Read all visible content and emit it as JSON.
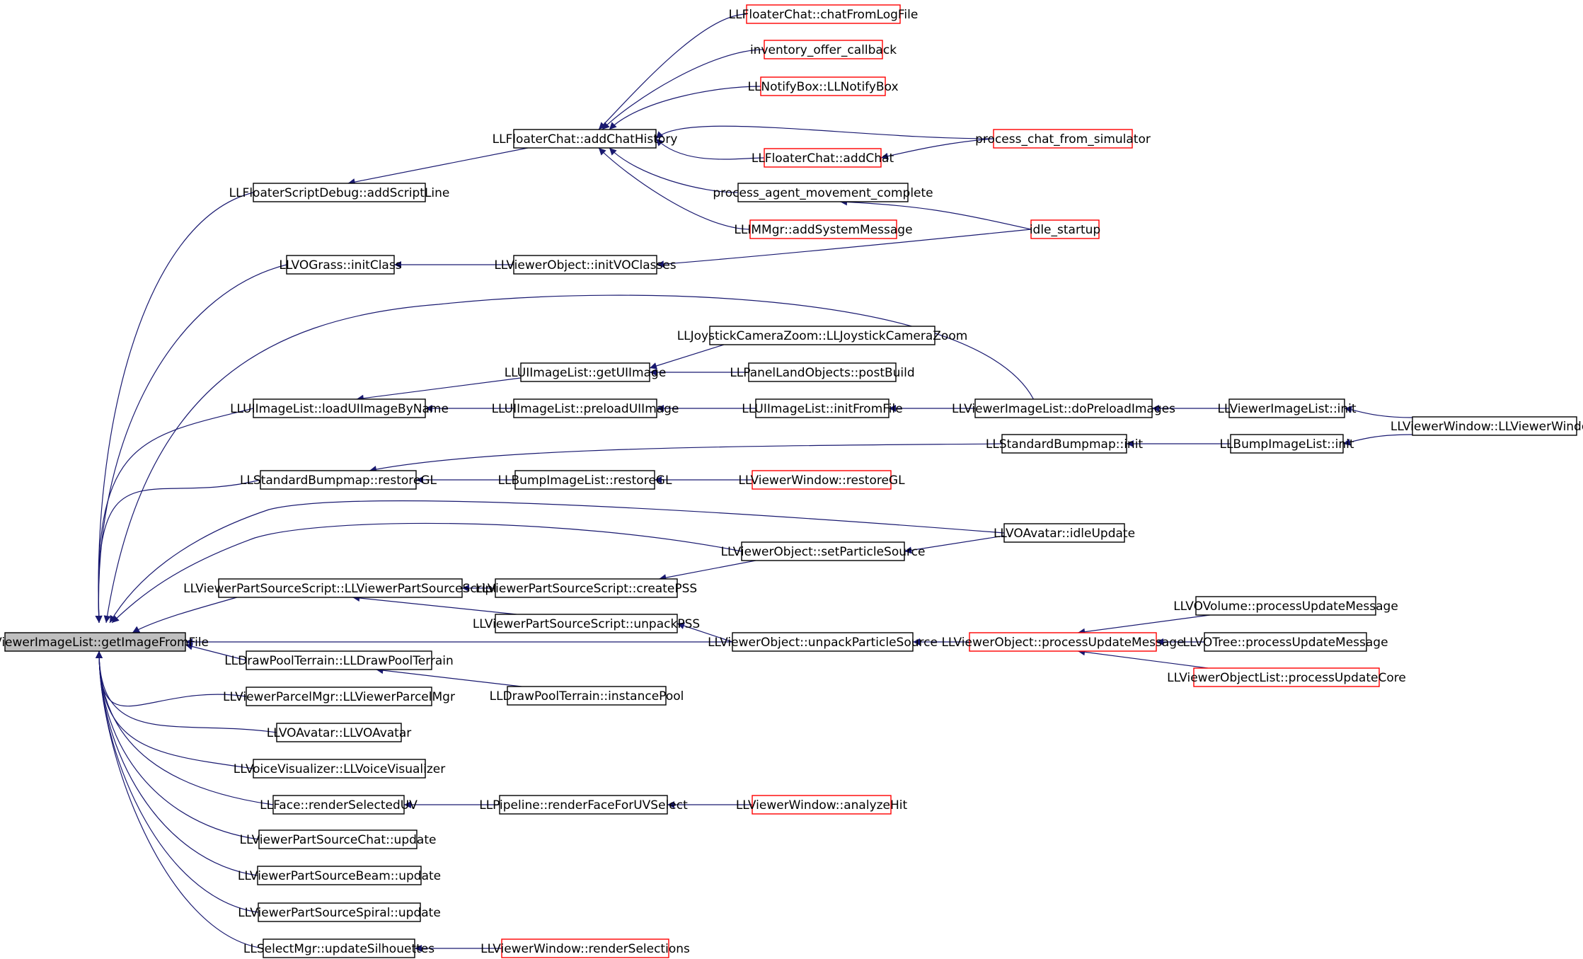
{
  "colors": {
    "edge": "#191970",
    "border": "#000000",
    "border_truncated": "#ff0000",
    "focus_fill": "#bfbfbf",
    "fill": "#ffffff"
  },
  "nodes": {
    "n0": {
      "label": "LLViewerImageList::getImageFromFile",
      "style": "focus"
    },
    "n1": {
      "label": "LLFloaterScriptDebug::addScriptLine",
      "style": "normal"
    },
    "n2": {
      "label": "LLFloaterChat::addChatHistory",
      "style": "normal"
    },
    "n3": {
      "label": "LLFloaterChat::chatFromLogFile",
      "style": "truncated"
    },
    "n4": {
      "label": "inventory_offer_callback",
      "style": "truncated"
    },
    "n5": {
      "label": "LLNotifyBox::LLNotifyBox",
      "style": "truncated"
    },
    "n6": {
      "label": "process_chat_from_simulator",
      "style": "truncated"
    },
    "n7": {
      "label": "LLFloaterChat::addChat",
      "style": "truncated"
    },
    "n8": {
      "label": "process_agent_movement_complete",
      "style": "normal"
    },
    "n9": {
      "label": "idle_startup",
      "style": "truncated"
    },
    "n10": {
      "label": "LLIMMgr::addSystemMessage",
      "style": "truncated"
    },
    "n11": {
      "label": "LLVOGrass::initClass",
      "style": "normal"
    },
    "n12": {
      "label": "LLViewerObject::initVOClasses",
      "style": "normal"
    },
    "n13": {
      "label": "LLJoystickCameraZoom::LLJoystickCameraZoom",
      "style": "normal"
    },
    "n14": {
      "label": "LLUIImageList::getUIImage",
      "style": "normal"
    },
    "n15": {
      "label": "LLPanelLandObjects::postBuild",
      "style": "normal"
    },
    "n16": {
      "label": "LLUIImageList::loadUIImageByName",
      "style": "normal"
    },
    "n17": {
      "label": "LLUIImageList::preloadUIImage",
      "style": "normal"
    },
    "n18": {
      "label": "LLUIImageList::initFromFile",
      "style": "normal"
    },
    "n19": {
      "label": "LLViewerImageList::doPreloadImages",
      "style": "normal"
    },
    "n20": {
      "label": "LLViewerImageList::init",
      "style": "normal"
    },
    "n21": {
      "label": "LLViewerWindow::LLViewerWindow",
      "style": "normal"
    },
    "n22": {
      "label": "LLStandardBumpmap::init",
      "style": "normal"
    },
    "n23": {
      "label": "LLBumpImageList::init",
      "style": "normal"
    },
    "n24": {
      "label": "LLStandardBumpmap::restoreGL",
      "style": "normal"
    },
    "n25": {
      "label": "LLBumpImageList::restoreGL",
      "style": "normal"
    },
    "n26": {
      "label": "LLViewerWindow::restoreGL",
      "style": "truncated"
    },
    "n27": {
      "label": "LLVOAvatar::idleUpdate",
      "style": "normal"
    },
    "n28": {
      "label": "LLViewerObject::setParticleSource",
      "style": "normal"
    },
    "n29": {
      "label": "LLViewerPartSourceScript::LLViewerPartSourceScript",
      "style": "normal"
    },
    "n30": {
      "label": "LLViewerPartSourceScript::createPSS",
      "style": "normal"
    },
    "n31": {
      "label": "LLViewerPartSourceScript::unpackPSS",
      "style": "normal"
    },
    "n32": {
      "label": "LLViewerObject::unpackParticleSource",
      "style": "normal"
    },
    "n33": {
      "label": "LLViewerObject::processUpdateMessage",
      "style": "truncated"
    },
    "n34": {
      "label": "LLVOVolume::processUpdateMessage",
      "style": "normal"
    },
    "n35": {
      "label": "LLVOTree::processUpdateMessage",
      "style": "normal"
    },
    "n36": {
      "label": "LLViewerObjectList::processUpdateCore",
      "style": "truncated"
    },
    "n37": {
      "label": "LLDrawPoolTerrain::LLDrawPoolTerrain",
      "style": "normal"
    },
    "n38": {
      "label": "LLDrawPoolTerrain::instancePool",
      "style": "normal"
    },
    "n39": {
      "label": "LLViewerParcelMgr::LLViewerParcelMgr",
      "style": "normal"
    },
    "n40": {
      "label": "LLVOAvatar::LLVOAvatar",
      "style": "normal"
    },
    "n41": {
      "label": "LLVoiceVisualizer::LLVoiceVisualizer",
      "style": "normal"
    },
    "n42": {
      "label": "LLFace::renderSelectedUV",
      "style": "normal"
    },
    "n43": {
      "label": "LLPipeline::renderFaceForUVSelect",
      "style": "normal"
    },
    "n44": {
      "label": "LLViewerWindow::analyzeHit",
      "style": "truncated"
    },
    "n45": {
      "label": "LLViewerPartSourceChat::update",
      "style": "normal"
    },
    "n46": {
      "label": "LLViewerPartSourceBeam::update",
      "style": "normal"
    },
    "n47": {
      "label": "LLViewerPartSourceSpiral::update",
      "style": "normal"
    },
    "n48": {
      "label": "LLSelectMgr::updateSilhouettes",
      "style": "normal"
    },
    "n49": {
      "label": "LLViewerWindow::renderSelections",
      "style": "truncated"
    }
  },
  "edges": [
    [
      "n1",
      "n0"
    ],
    [
      "n11",
      "n0"
    ],
    [
      "n19",
      "n0"
    ],
    [
      "n16",
      "n0"
    ],
    [
      "n24",
      "n0"
    ],
    [
      "n27",
      "n0"
    ],
    [
      "n28",
      "n0"
    ],
    [
      "n29",
      "n0"
    ],
    [
      "n32",
      "n0"
    ],
    [
      "n37",
      "n0"
    ],
    [
      "n39",
      "n0"
    ],
    [
      "n40",
      "n0"
    ],
    [
      "n41",
      "n0"
    ],
    [
      "n42",
      "n0"
    ],
    [
      "n45",
      "n0"
    ],
    [
      "n46",
      "n0"
    ],
    [
      "n47",
      "n0"
    ],
    [
      "n48",
      "n0"
    ],
    [
      "n2",
      "n1"
    ],
    [
      "n3",
      "n2"
    ],
    [
      "n4",
      "n2"
    ],
    [
      "n5",
      "n2"
    ],
    [
      "n6",
      "n2"
    ],
    [
      "n7",
      "n2"
    ],
    [
      "n8",
      "n2"
    ],
    [
      "n10",
      "n2"
    ],
    [
      "n6",
      "n7"
    ],
    [
      "n9",
      "n8"
    ],
    [
      "n12",
      "n11"
    ],
    [
      "n9",
      "n12"
    ],
    [
      "n14",
      "n16"
    ],
    [
      "n17",
      "n16"
    ],
    [
      "n13",
      "n14"
    ],
    [
      "n15",
      "n14"
    ],
    [
      "n18",
      "n17"
    ],
    [
      "n19",
      "n18"
    ],
    [
      "n20",
      "n19"
    ],
    [
      "n21",
      "n20"
    ],
    [
      "n22",
      "n24"
    ],
    [
      "n23",
      "n22"
    ],
    [
      "n21",
      "n23"
    ],
    [
      "n25",
      "n24"
    ],
    [
      "n26",
      "n25"
    ],
    [
      "n27",
      "n28"
    ],
    [
      "n30",
      "n29"
    ],
    [
      "n31",
      "n29"
    ],
    [
      "n28",
      "n30"
    ],
    [
      "n32",
      "n31"
    ],
    [
      "n33",
      "n32"
    ],
    [
      "n34",
      "n33"
    ],
    [
      "n35",
      "n33"
    ],
    [
      "n36",
      "n33"
    ],
    [
      "n38",
      "n37"
    ],
    [
      "n43",
      "n42"
    ],
    [
      "n44",
      "n43"
    ],
    [
      "n49",
      "n48"
    ]
  ]
}
